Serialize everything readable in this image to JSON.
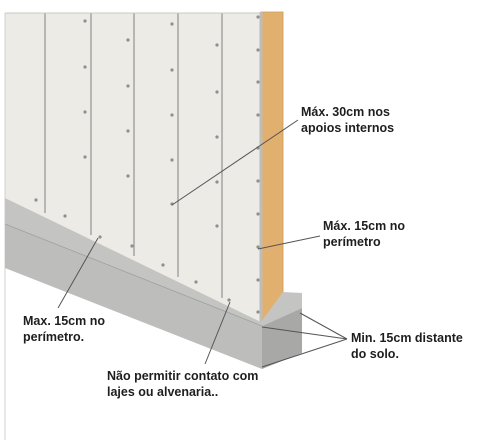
{
  "colors": {
    "panel": "#ecebe6",
    "panel_joint": "#9a9a96",
    "stud": "#e2b06e",
    "base": "#bfbfbd",
    "screw": "#8f8f8f",
    "leader": "#555555"
  },
  "annotations": {
    "max_internal": [
      "Máx. 30cm nos",
      "apoios internos"
    ],
    "max_perimeter_right": [
      "Máx. 15cm no",
      "perímetro"
    ],
    "max_perimeter_left": [
      "Max. 15cm no",
      "perímetro."
    ],
    "min_ground": [
      "Min. 15cm distante",
      "do solo."
    ],
    "no_contact": [
      "Não permitir contato com",
      "lajes ou alvenaria.."
    ]
  }
}
